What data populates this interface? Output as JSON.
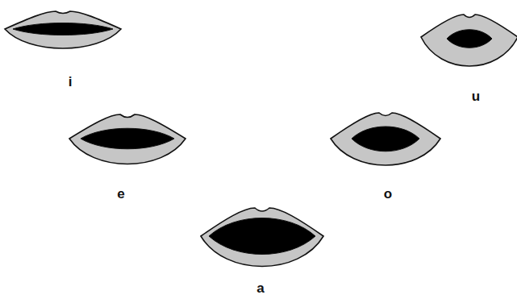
{
  "diagram": {
    "labels": [
      "i",
      "u",
      "e",
      "o",
      "a"
    ]
  }
}
